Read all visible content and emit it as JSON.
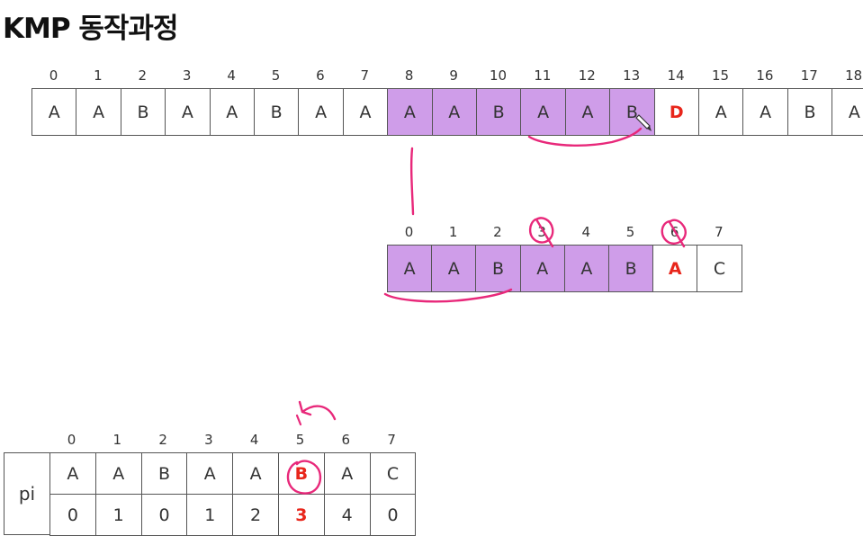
{
  "title": "KMP 동작과정",
  "text": {
    "indices": [
      "0",
      "1",
      "2",
      "3",
      "4",
      "5",
      "6",
      "7",
      "8",
      "9",
      "10",
      "11",
      "12",
      "13",
      "14",
      "15",
      "16",
      "17",
      "18"
    ],
    "chars": [
      "A",
      "A",
      "B",
      "A",
      "A",
      "B",
      "A",
      "A",
      "A",
      "A",
      "B",
      "A",
      "A",
      "B",
      "D",
      "A",
      "A",
      "B",
      "A"
    ],
    "highlight_from": 8,
    "highlight_to": 13,
    "mismatch_index": 14
  },
  "pattern": {
    "indices": [
      "0",
      "1",
      "2",
      "3",
      "4",
      "5",
      "6",
      "7"
    ],
    "chars": [
      "A",
      "A",
      "B",
      "A",
      "A",
      "B",
      "A",
      "C"
    ],
    "highlight_from": 0,
    "highlight_to": 5,
    "mismatch_index": 6
  },
  "pi_table": {
    "label": "pi",
    "indices": [
      "0",
      "1",
      "2",
      "3",
      "4",
      "5",
      "6",
      "7"
    ],
    "chars": [
      "A",
      "A",
      "B",
      "A",
      "A",
      "B",
      "A",
      "C"
    ],
    "values": [
      "0",
      "1",
      "0",
      "1",
      "2",
      "3",
      "4",
      "0"
    ],
    "marked_index": 5
  },
  "colors": {
    "highlight": "#cf9de9",
    "mismatch_text": "#e8261b",
    "annotation_ink": "#e8287a"
  }
}
